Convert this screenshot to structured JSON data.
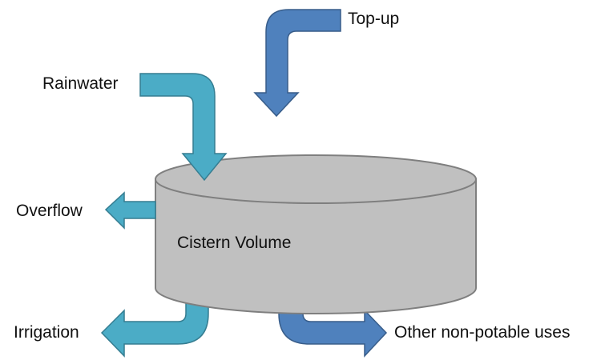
{
  "diagram": {
    "title": "Cistern water balance",
    "tank": {
      "label": "Cistern Volume",
      "color": "#c0c0c0",
      "stroke": "#7f7f7f"
    },
    "inflows": [
      {
        "id": "topup",
        "label": "Top-up",
        "color": "#4f81bd",
        "stroke": "#385d8a"
      },
      {
        "id": "rainwater",
        "label": "Rainwater",
        "color": "#4bacc6",
        "stroke": "#357d91"
      }
    ],
    "outflows": [
      {
        "id": "overflow",
        "label": "Overflow",
        "color": "#4bacc6",
        "stroke": "#357d91"
      },
      {
        "id": "irrigation",
        "label": "Irrigation",
        "color": "#4bacc6",
        "stroke": "#357d91"
      },
      {
        "id": "other",
        "label": "Other non-potable uses",
        "color": "#4f81bd",
        "stroke": "#385d8a"
      }
    ]
  }
}
